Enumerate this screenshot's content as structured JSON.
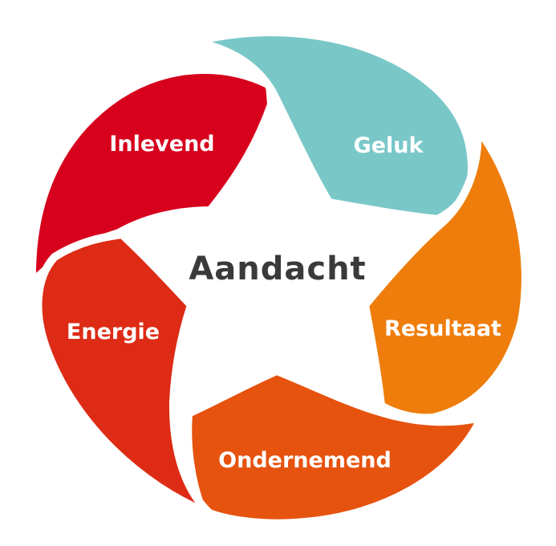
{
  "center": {
    "label": "Aandacht"
  },
  "segments": [
    {
      "id": "inlevend",
      "label": "Inlevend",
      "color": "#d7001d"
    },
    {
      "id": "geluk",
      "label": "Geluk",
      "color": "#7ac7c8"
    },
    {
      "id": "resultaat",
      "label": "Resultaat",
      "color": "#ee7d0b"
    },
    {
      "id": "ondernemend",
      "label": "Ondernemend",
      "color": "#e6530f"
    },
    {
      "id": "energie",
      "label": "Energie",
      "color": "#dd2b15"
    }
  ]
}
